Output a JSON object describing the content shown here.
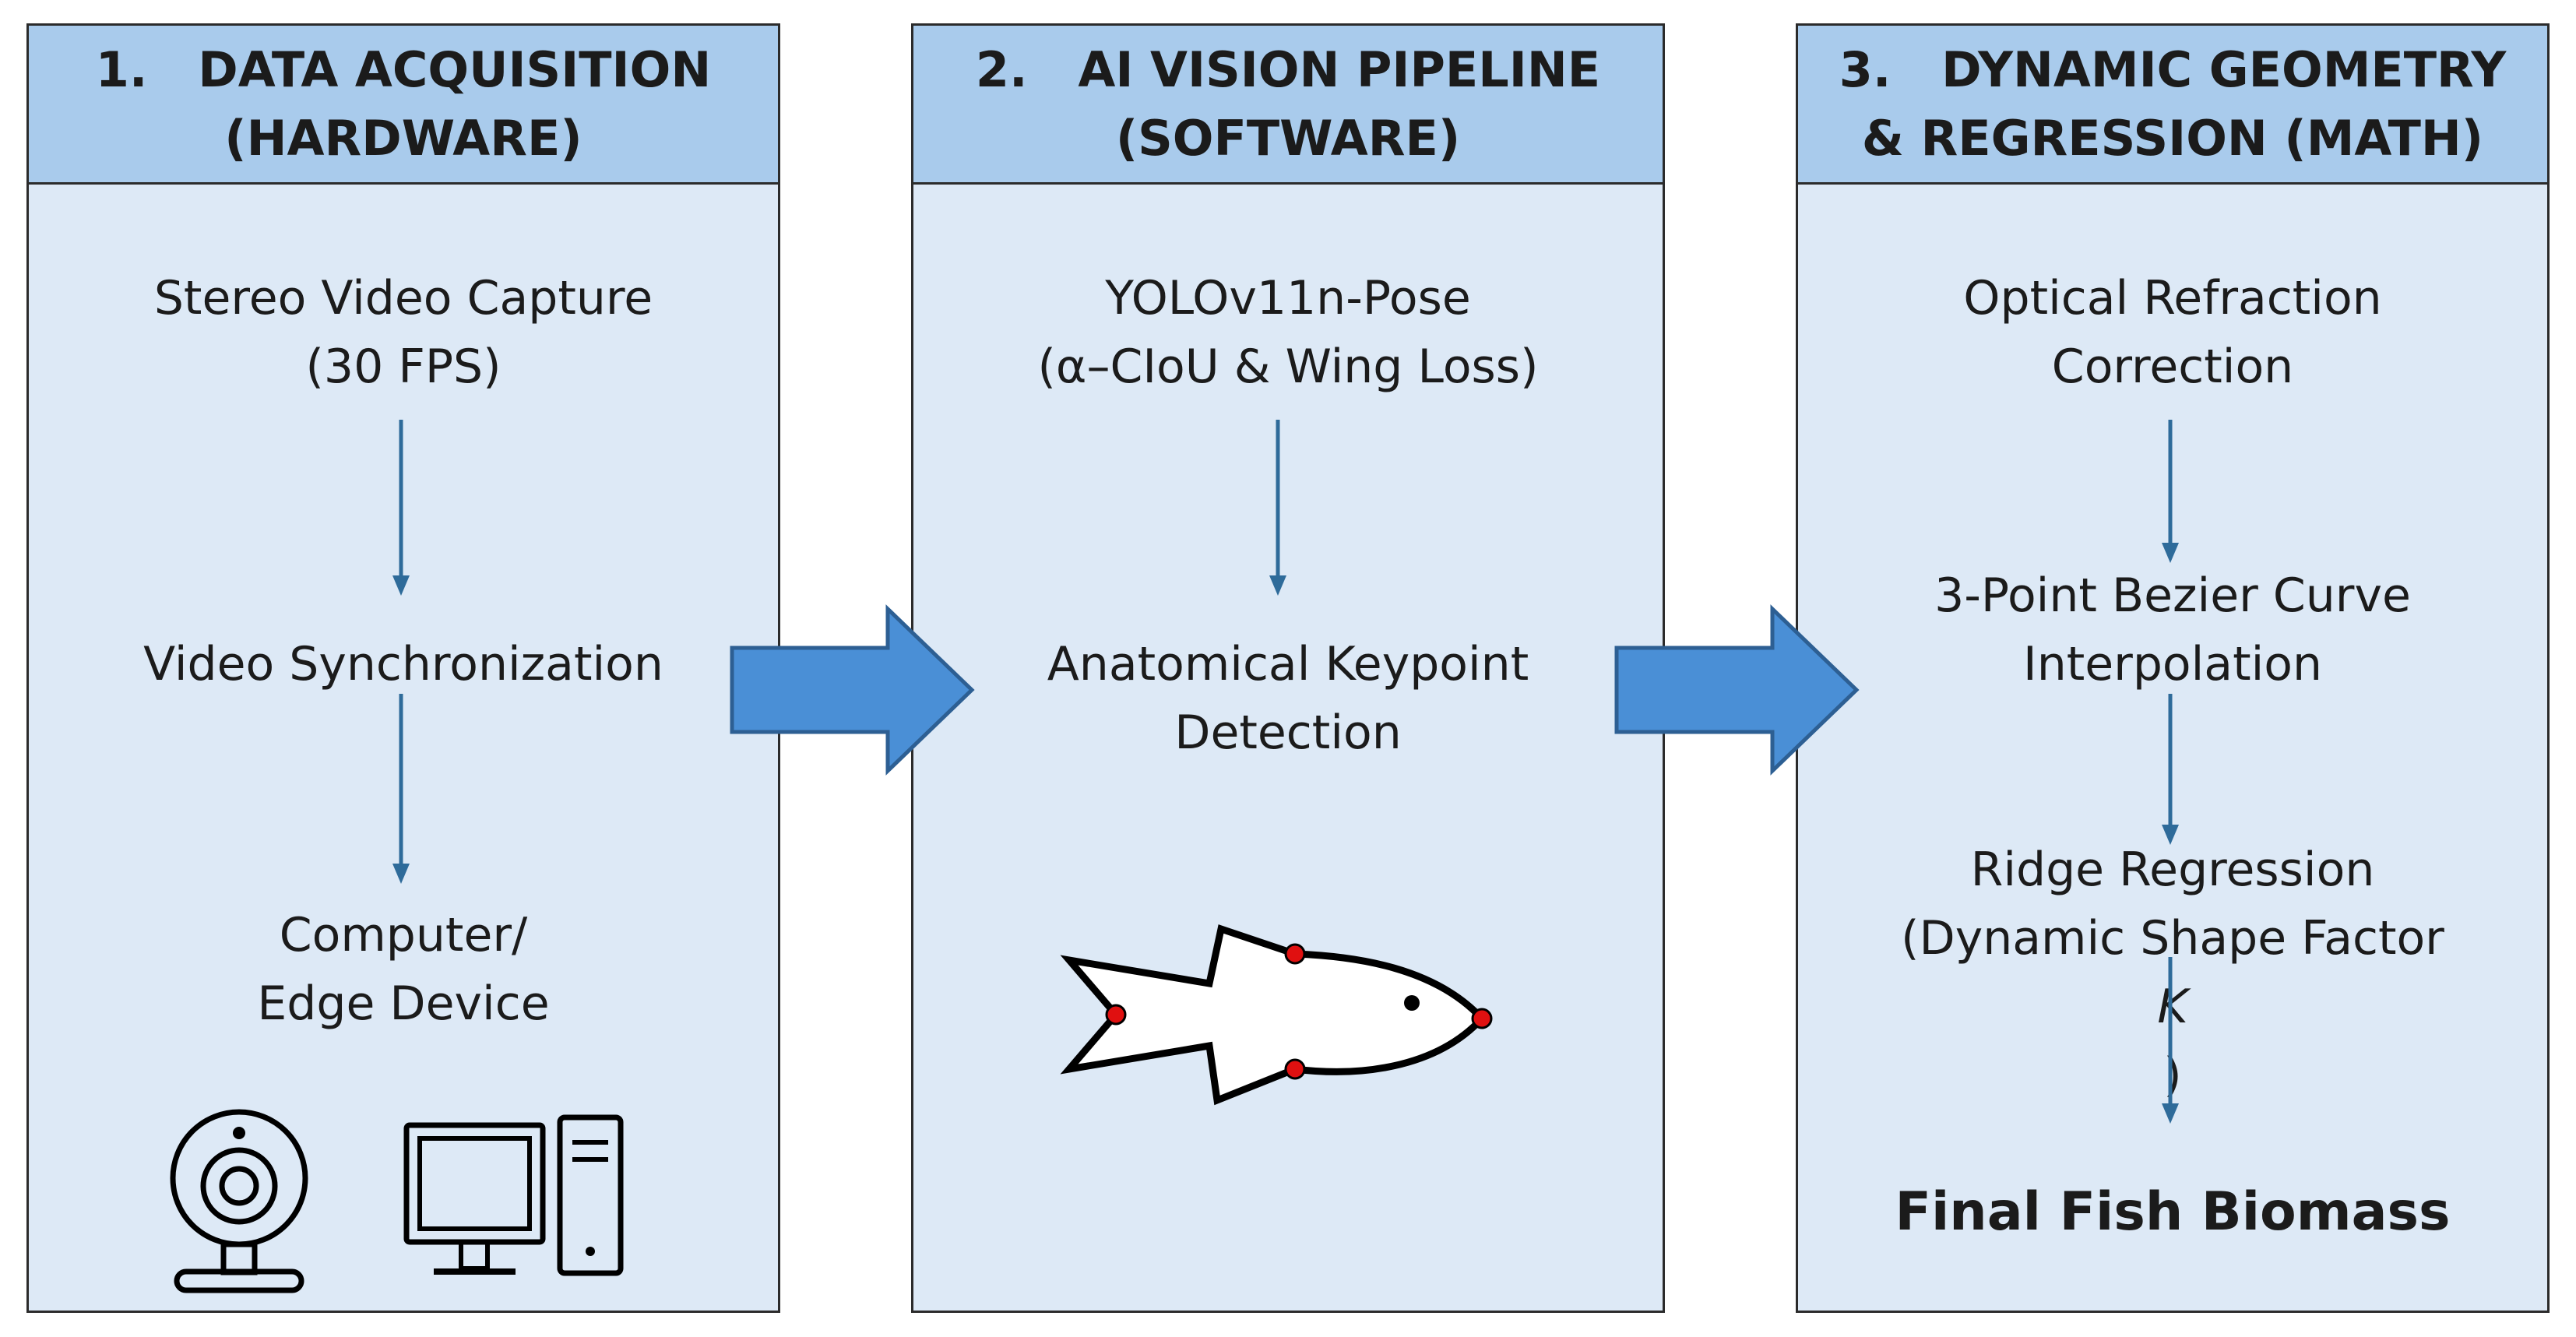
{
  "panels": [
    {
      "number": "1.",
      "title_line1": "DATA ACQUISITION",
      "title_line2": "(HARDWARE)",
      "steps": [
        {
          "line1": "Stereo Video Capture",
          "line2": "(30 FPS)"
        },
        {
          "line1": "Video Synchronization"
        },
        {
          "line1": "Computer/",
          "line2": "Edge Device"
        }
      ],
      "icons": [
        "webcam-icon",
        "desktop-computer-icon"
      ]
    },
    {
      "number": "2.",
      "title_line1": "AI VISION PIPELINE",
      "title_line2": "(SOFTWARE)",
      "steps": [
        {
          "line1": "YOLOv11n-Pose",
          "line2": "(α–CIoU & Wing Loss)"
        },
        {
          "line1": "Anatomical Keypoint",
          "line2": "Detection"
        }
      ],
      "icons": [
        "fish-keypoints-icon"
      ]
    },
    {
      "number": "3.",
      "title_line1": "DYNAMIC GEOMETRY",
      "title_line2": "& REGRESSION (MATH)",
      "steps": [
        {
          "line1": "Optical Refraction",
          "line2": "Correction"
        },
        {
          "line1": "3-Point Bezier Curve",
          "line2": "Interpolation"
        },
        {
          "line1": "Ridge Regression",
          "line2_pre": "(Dynamic Shape Factor ",
          "line2_var": "K",
          "line2_post": ")"
        },
        {
          "line1": "Final Fish Biomass"
        }
      ]
    }
  ],
  "colors": {
    "header_fill": "#a9cbec",
    "panel_fill": "#dde9f6",
    "border": "#2b2b2b",
    "connector": "#2e6b9a",
    "big_arrow_fill": "#4a8fd6",
    "big_arrow_stroke": "#2d5f93",
    "keypoint": "#e01010"
  }
}
